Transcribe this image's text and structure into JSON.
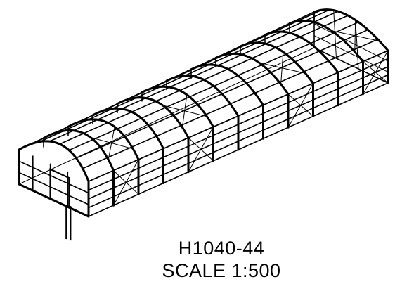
{
  "drawing": {
    "number": "H1040-44",
    "scale": "SCALE  1:500",
    "bays": 12,
    "colors": {
      "line": "#000000",
      "background": "#ffffff"
    }
  }
}
